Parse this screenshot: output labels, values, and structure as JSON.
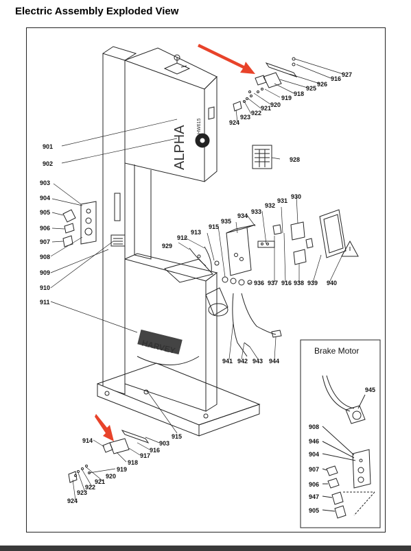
{
  "header": {
    "title": "Electric Assembly Exploded View"
  },
  "inset": {
    "title": "Brake Motor"
  },
  "machine": {
    "brand_upper": "ALPHA",
    "model_upper": "HW615",
    "brand_lower": "HARVEY"
  },
  "callouts": {
    "901": "901",
    "902": "902",
    "903": "903",
    "904": "904",
    "905": "905",
    "906": "906",
    "907": "907",
    "908": "908",
    "909": "909",
    "910": "910",
    "911": "911",
    "912": "912",
    "913": "913",
    "915": "915",
    "916": "916",
    "919": "919",
    "920": "920",
    "921": "921",
    "922": "922",
    "923": "923",
    "924": "924",
    "925": "925",
    "926": "926",
    "927": "927",
    "928": "928",
    "929": "929",
    "930": "930",
    "931": "931",
    "932": "932",
    "933": "933",
    "934": "934",
    "935": "935",
    "936": "936",
    "937": "937",
    "938": "938",
    "939": "939",
    "940": "940",
    "941": "941",
    "942": "942",
    "943": "943",
    "944": "944",
    "945": "945",
    "946": "946",
    "947": "947",
    "914": "914",
    "917": "917",
    "918": "918"
  },
  "colors": {
    "accent_arrow": "#e8432a",
    "line": "#222222"
  }
}
